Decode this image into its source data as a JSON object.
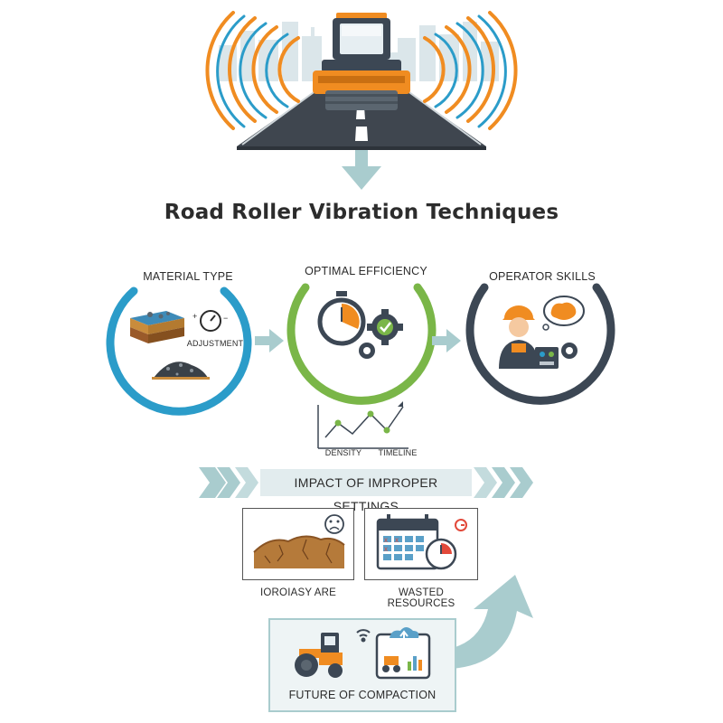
{
  "title": "Road Roller Vibration Techniques",
  "circles": [
    {
      "label": "MATERIAL TYPE",
      "sublabel": "ADJUSTMENT",
      "color": "#2b9cc9"
    },
    {
      "label": "OPTIMAL EFFICIENCY",
      "color": "#7ab648"
    },
    {
      "label": "OPERATOR SKILLS",
      "color": "#3c4754"
    }
  ],
  "graph": {
    "xlabel": "DENSITY",
    "ylabel": "TIMELINE"
  },
  "banner": {
    "label": "IMPACT OF IMPROPER SETTINGS"
  },
  "impacts": [
    {
      "label": "IOROIASY ARE",
      "icon": "sad-face-icon"
    },
    {
      "label": "WASTED RESOURCES",
      "icon": "calendar-clock-icon"
    }
  ],
  "future": {
    "label": "FUTURE OF COMPACTION"
  },
  "colors": {
    "accent_blue": "#2b9cc9",
    "accent_green": "#7ab648",
    "accent_dark": "#3c4754",
    "orange": "#f08c21",
    "arrow_teal": "#a9ccce"
  }
}
